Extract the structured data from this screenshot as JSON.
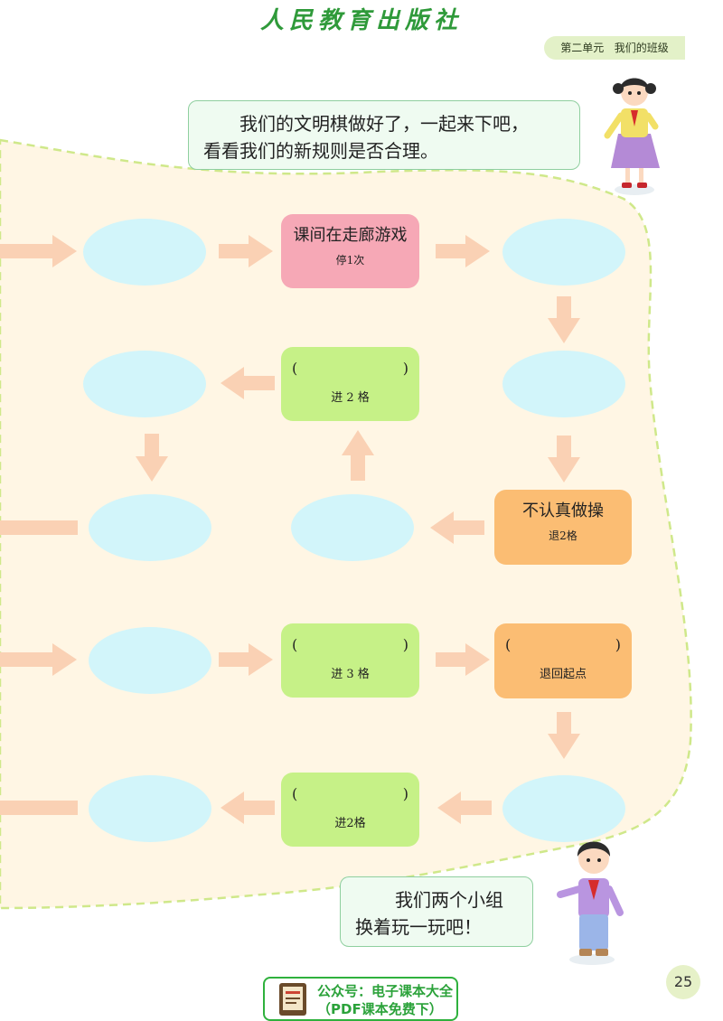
{
  "header": {
    "publisher": "人民教育出版社",
    "unit": "第二单元",
    "lesson": "我们的班级"
  },
  "bubbles": {
    "top_line1": "我们的文明棋做好了，一起来下吧，",
    "top_line2": "看看我们的新规则是否合理。",
    "bottom_line1": "我们两个小组",
    "bottom_line2": "换着玩一玩吧！"
  },
  "cells": {
    "c1_title": "课间在走廊游戏",
    "c1_sub": "停1次",
    "c2_open": "(",
    "c2_close": ")",
    "c2_sub": "进 2 格",
    "c3_title": "不认真做操",
    "c3_sub": "退2格",
    "c4_open": "(",
    "c4_close": ")",
    "c4_sub": "进 3 格",
    "c5_open": "(",
    "c5_close": ")",
    "c5_sub": "退回起点",
    "c6_open": "(",
    "c6_close": ")",
    "c6_sub": "进2格"
  },
  "footer": {
    "page_number": "25",
    "stamp_line1": "公众号：电子课本大全",
    "stamp_line2": "（PDF课本免费下）"
  },
  "colors": {
    "board_bg": "#fff6e4",
    "arrow": "#fad1b4",
    "oval": "#d2f5fa",
    "pink": "#f6a8b6",
    "green": "#c6f187",
    "orange": "#fbbd73"
  }
}
